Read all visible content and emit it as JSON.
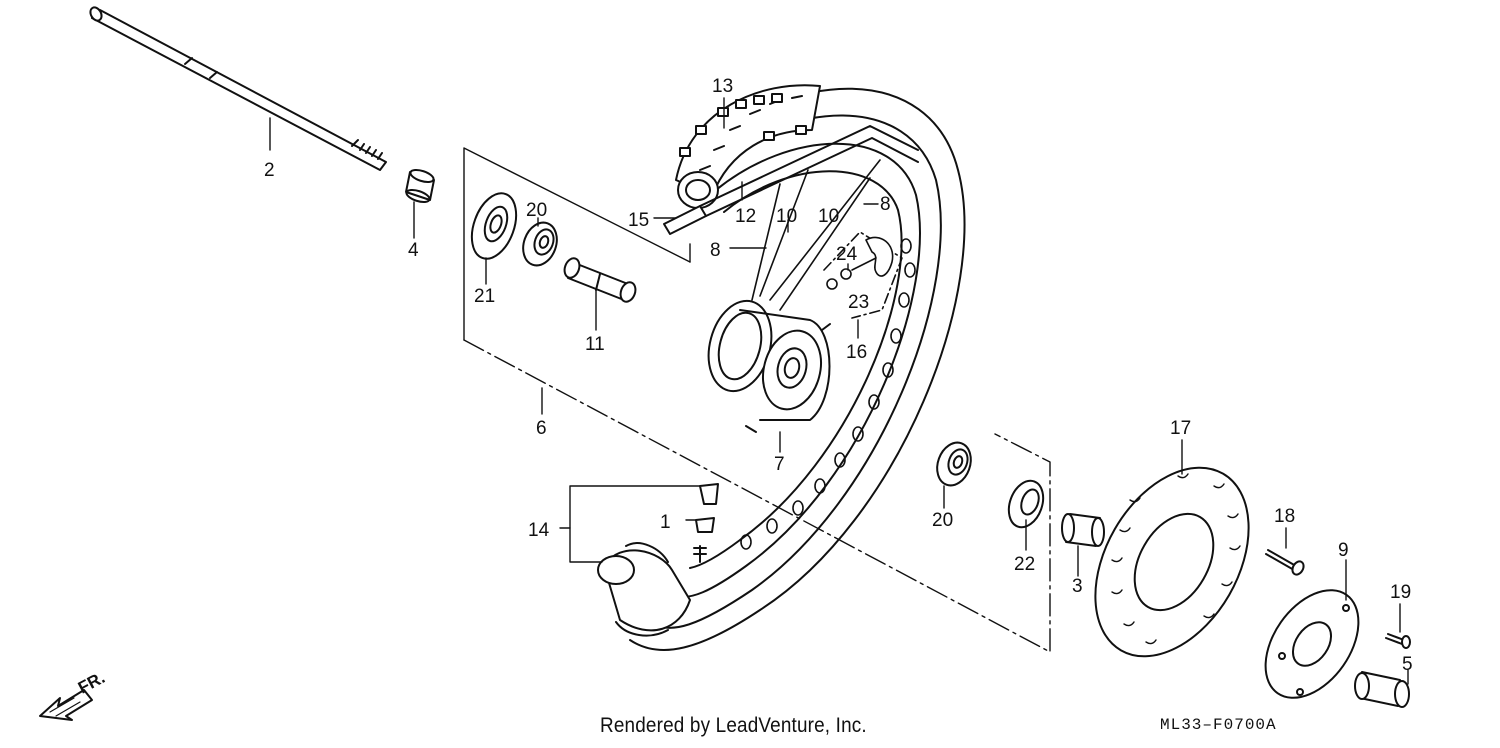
{
  "diagram": {
    "callouts": [
      {
        "id": "c1",
        "label": "1"
      },
      {
        "id": "c2",
        "label": "2"
      },
      {
        "id": "c3",
        "label": "3"
      },
      {
        "id": "c4",
        "label": "4"
      },
      {
        "id": "c5",
        "label": "5"
      },
      {
        "id": "c6",
        "label": "6"
      },
      {
        "id": "c7",
        "label": "7"
      },
      {
        "id": "c8a",
        "label": "8"
      },
      {
        "id": "c8b",
        "label": "8"
      },
      {
        "id": "c9",
        "label": "9"
      },
      {
        "id": "c10a",
        "label": "10"
      },
      {
        "id": "c10b",
        "label": "10"
      },
      {
        "id": "c11",
        "label": "11"
      },
      {
        "id": "c12",
        "label": "12"
      },
      {
        "id": "c13",
        "label": "13"
      },
      {
        "id": "c14",
        "label": "14"
      },
      {
        "id": "c15",
        "label": "15"
      },
      {
        "id": "c16",
        "label": "16"
      },
      {
        "id": "c17",
        "label": "17"
      },
      {
        "id": "c18",
        "label": "18"
      },
      {
        "id": "c19",
        "label": "19"
      },
      {
        "id": "c20a",
        "label": "20"
      },
      {
        "id": "c20b",
        "label": "20"
      },
      {
        "id": "c21",
        "label": "21"
      },
      {
        "id": "c22",
        "label": "22"
      },
      {
        "id": "c23",
        "label": "23"
      },
      {
        "id": "c24",
        "label": "24"
      }
    ],
    "direction_label": "FR.",
    "credit": "Rendered by LeadVenture, Inc.",
    "diagram_code": "ML33–F0700A"
  }
}
